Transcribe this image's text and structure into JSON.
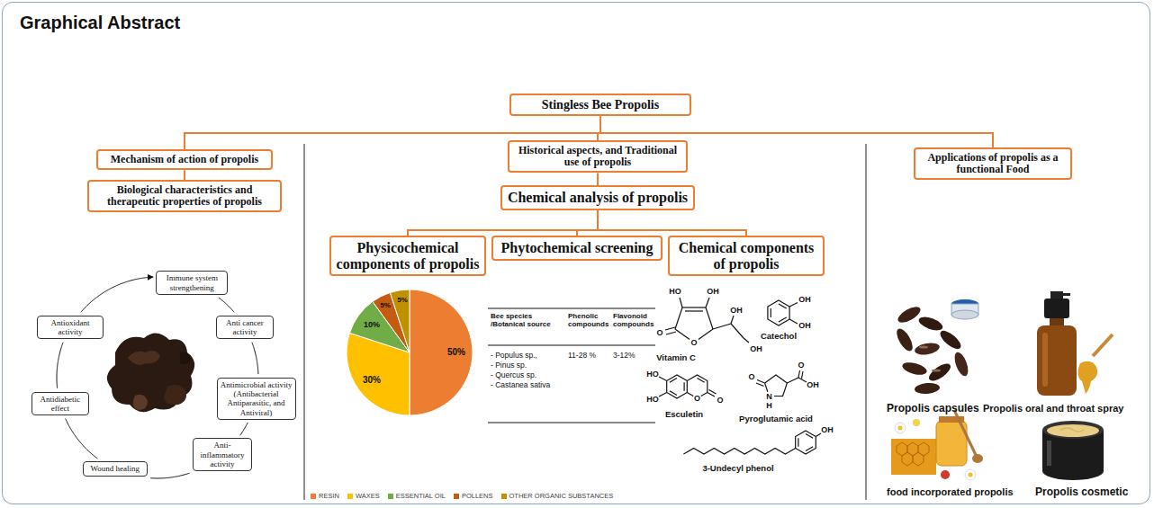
{
  "diagram": {
    "title": "Graphical Abstract",
    "nodes": [
      {
        "text": [
          "Stingless Bee Propolis"
        ]
      },
      {
        "text": [
          "Mechanism of action of propolis"
        ]
      },
      {
        "text": [
          "Biological characteristics and therapeutic properties of propolis"
        ]
      },
      {
        "text": [
          "Immune system strengthening"
        ]
      },
      {
        "text": [
          "Anti cancer activity"
        ]
      },
      {
        "text": [
          "Antimicrobial activity (Antibacterial Antiparasitic, and Antiviral)"
        ]
      },
      {
        "text": [
          "Anti-inflammatory activity"
        ]
      },
      {
        "text": [
          "Wound healing"
        ]
      },
      {
        "text": [
          "Antidiabetic effect"
        ]
      },
      {
        "text": [
          "Antioxidant activity"
        ]
      },
      {
        "text": [
          "Historical aspects, and Traditional use of propolis"
        ]
      },
      {
        "text": [
          "Chemical analysis of propolis"
        ]
      },
      {
        "text": [
          "Physicochemical components of propolis"
        ]
      },
      {
        "text": [
          "Phytochemical screening"
        ]
      },
      {
        "text": [
          "Chemical components of propolis"
        ]
      },
      {
        "text": [
          "Applications of propolis as a functional Food"
        ]
      }
    ],
    "edges": [
      {
        "from": 0,
        "to": 1,
        "arrow": "none"
      },
      {
        "from": 0,
        "to": 10,
        "arrow": "none"
      },
      {
        "from": 0,
        "to": 15,
        "arrow": "none"
      },
      {
        "from": 1,
        "to": 2,
        "arrow": "none"
      },
      {
        "from": 10,
        "to": 11,
        "arrow": "none"
      },
      {
        "from": 11,
        "to": 12,
        "arrow": "none"
      },
      {
        "from": 11,
        "to": 13,
        "arrow": "none"
      },
      {
        "from": 11,
        "to": 14,
        "arrow": "none"
      },
      {
        "from": 3,
        "to": 4,
        "arrow": "none"
      },
      {
        "from": 4,
        "to": 5,
        "arrow": "none"
      },
      {
        "from": 5,
        "to": 6,
        "arrow": "none"
      },
      {
        "from": 6,
        "to": 7,
        "arrow": "none"
      },
      {
        "from": 7,
        "to": 8,
        "arrow": "none"
      },
      {
        "from": 8,
        "to": 9,
        "arrow": "none"
      },
      {
        "from": 9,
        "to": 3,
        "arrow": "to"
      }
    ],
    "labels": [
      "50%",
      "30%",
      "10%",
      "5%",
      "5%",
      "Bee species /Botanical source",
      "Phenolic compounds",
      "Flavonoid compounds",
      "- Populus sp.,",
      "- Pinus sp.",
      "- Quercus sp.",
      "- Castanea sativa",
      "11-28 %",
      "3-12%",
      "HO",
      "OH",
      "O",
      "O",
      "OH",
      "OH",
      "Vitamin C",
      "OH",
      "OH",
      "Catechol",
      "HO",
      "HO",
      "O",
      "O",
      "Esculetin",
      "O",
      "N",
      "H",
      "O",
      "OH",
      "Pyroglutamic acid",
      "OH",
      "3-Undecyl phenol",
      "Propolis capsules",
      "Propolis oral and throat spray",
      "food incorporated propolis",
      "Propolis cosmetic"
    ],
    "legend": [
      {
        "text": "RESIN",
        "color": "#ed7d31"
      },
      {
        "text": "WAXES",
        "color": "#ffc000"
      },
      {
        "text": "ESSENTIAL OIL",
        "color": "#70ad47"
      },
      {
        "text": "POLLENS",
        "color": "#c55a11"
      },
      {
        "text": "OTHER ORGANIC SUBSTANCES",
        "color": "#bf9000"
      }
    ]
  }
}
